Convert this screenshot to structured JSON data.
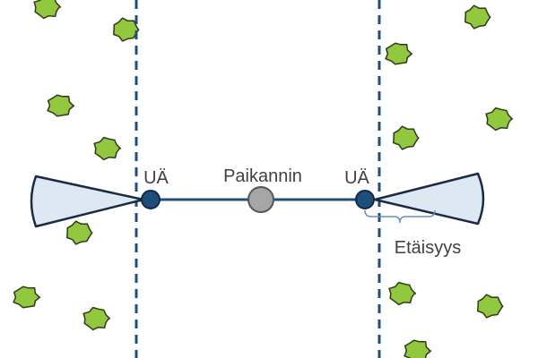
{
  "labels": {
    "left_device": "UÄ",
    "right_device": "UÄ",
    "locator": "Paikannin",
    "distance": "Etäisyys"
  },
  "colors": {
    "line": "#1f4e79",
    "device": "#1f4e79",
    "locator": "#a6a6a6",
    "cone": "#dde8f3",
    "bush": "#92c83e",
    "text": "#404040"
  }
}
